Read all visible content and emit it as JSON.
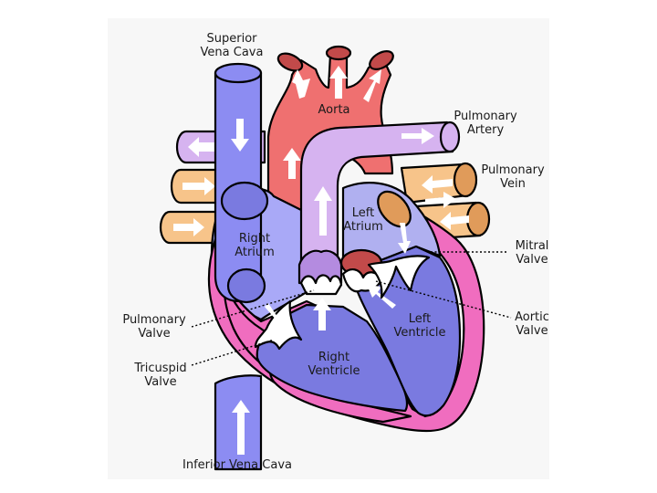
{
  "labels": {
    "superior_vena_cava_1": "Superior",
    "superior_vena_cava_2": "Vena Cava",
    "aorta": "Aorta",
    "pulmonary_artery_1": "Pulmonary",
    "pulmonary_artery_2": "Artery",
    "pulmonary_vein_1": "Pulmonary",
    "pulmonary_vein_2": "Vein",
    "left_atrium_1": "Left",
    "left_atrium_2": "Atrium",
    "right_atrium_1": "Right",
    "right_atrium_2": "Atrium",
    "mitral_valve_1": "Mitral",
    "mitral_valve_2": "Valve",
    "pulmonary_valve_1": "Pulmonary",
    "pulmonary_valve_2": "Valve",
    "aortic_valve_1": "Aortic",
    "aortic_valve_2": "Valve",
    "left_ventricle_1": "Left",
    "left_ventricle_2": "Ventricle",
    "right_ventricle_1": "Right",
    "right_ventricle_2": "Ventricle",
    "tricuspid_valve_1": "Tricuspid",
    "tricuspid_valve_2": "Valve",
    "inferior_vena_cava": "Inferior Vena Cava"
  },
  "colors": {
    "vena_cava": "#8c8cf2",
    "aorta": "#ef7070",
    "aorta_dark": "#c24a4a",
    "pulmonary_artery": "#d6b3f0",
    "pulmonary_vein": "#f7c48a",
    "pulmonary_vein_dark": "#e09b5a",
    "heart_wall": "#f06dbf",
    "right_atrium": "#a9a9f7",
    "left_atrium": "#b0b0f0",
    "ventricle": "#7a7ae0",
    "valve_purple": "#b48be0",
    "arrow": "#ffffff"
  }
}
